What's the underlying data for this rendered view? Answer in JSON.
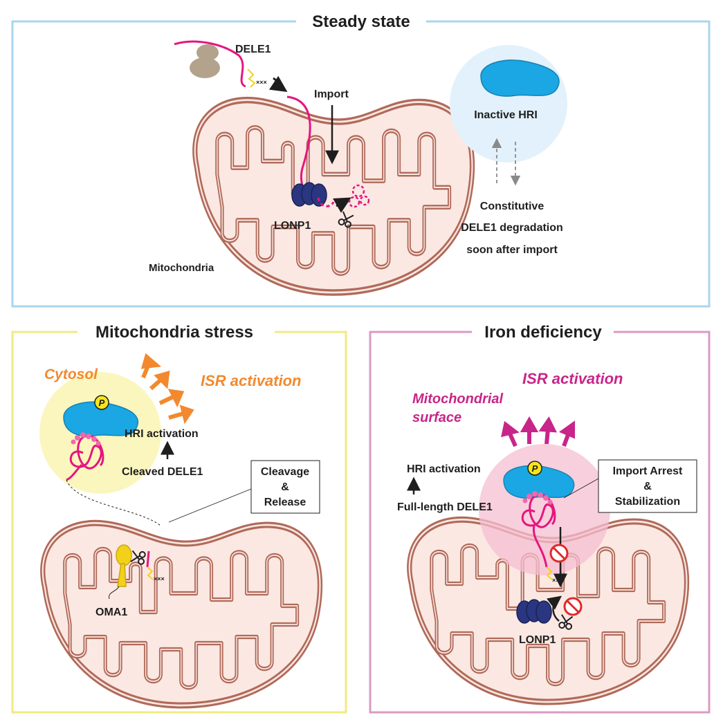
{
  "panels": {
    "steady": {
      "title": "Steady state",
      "dele1": "DELE1",
      "import": "Import",
      "lonp1": "LONP1",
      "mito": "Mitochondria",
      "inactive_hri": "Inactive HRI",
      "note_line1": "Constitutive",
      "note_line2": "DELE1 degradation",
      "note_line3": "soon after import",
      "border_color": "#a8d6ee"
    },
    "stress": {
      "title": "Mitochondria stress",
      "cytosol": "Cytosol",
      "isr": "ISR activation",
      "phospho": "P",
      "hri_activation": "HRI activation",
      "cleaved": "Cleaved DELE1",
      "box_line1": "Cleavage",
      "box_line2": "&",
      "box_line3": "Release",
      "oma1": "OMA1",
      "border_color": "#f2ea82"
    },
    "iron": {
      "title": "Iron deficiency",
      "isr": "ISR activation",
      "surface_line1": "Mitochondrial",
      "surface_line2": "surface",
      "phospho": "P",
      "hri_activation": "HRI activation",
      "full_length": "Full-length DELE1",
      "box_line1": "Import Arrest",
      "box_line2": "&",
      "box_line3": "Stabilization",
      "lonp1": "LONP1",
      "border_color": "#dc9ac3"
    }
  },
  "colors": {
    "dele1": "#e5157f",
    "hri": "#1aa7e3",
    "isr_orange": "#f2892e",
    "isr_magenta": "#c8258a",
    "lonp1": "#2a3680",
    "oma1": "#f3d11a",
    "mito_outer": "#b06a5a",
    "mito_fill": "#fbe8e2"
  },
  "icons": [
    "scissors-icon",
    "no-entry-icon",
    "arrow-icon",
    "ribosome-icon"
  ]
}
